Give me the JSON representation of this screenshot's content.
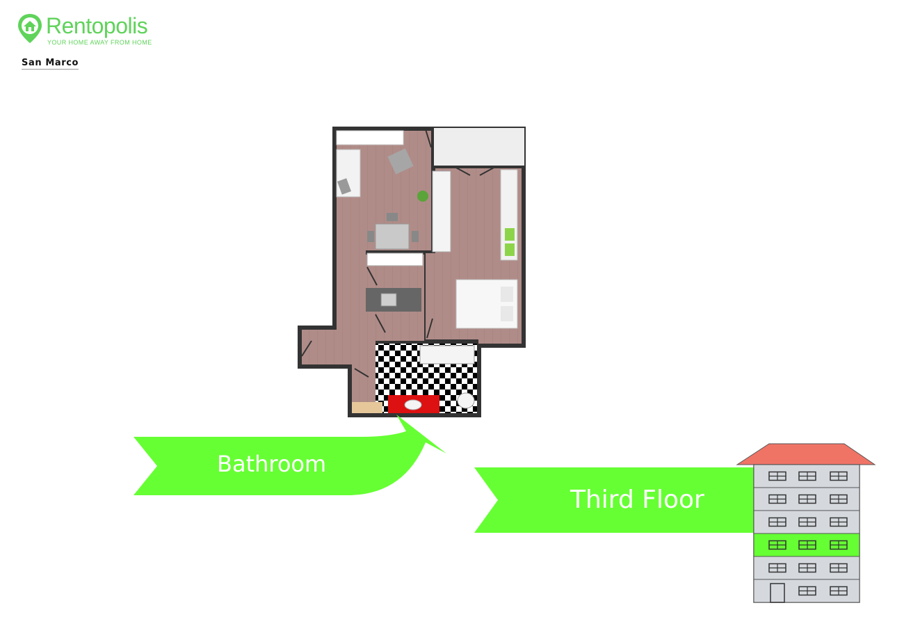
{
  "brand": {
    "name": "Rentopolis",
    "tagline": "YOUR HOME AWAY FROM HOME",
    "accent_color": "#5fd35a",
    "logo_icon": "house-pin-icon"
  },
  "property": {
    "name": "San Marco"
  },
  "callouts": {
    "room_label": "Bathroom",
    "floor_label": "Third Floor",
    "arrow_color": "#66ff33"
  },
  "building": {
    "floors": 6,
    "highlighted_floor": 3,
    "roof_color": "#f07466",
    "highlight_color": "#66ff33"
  }
}
